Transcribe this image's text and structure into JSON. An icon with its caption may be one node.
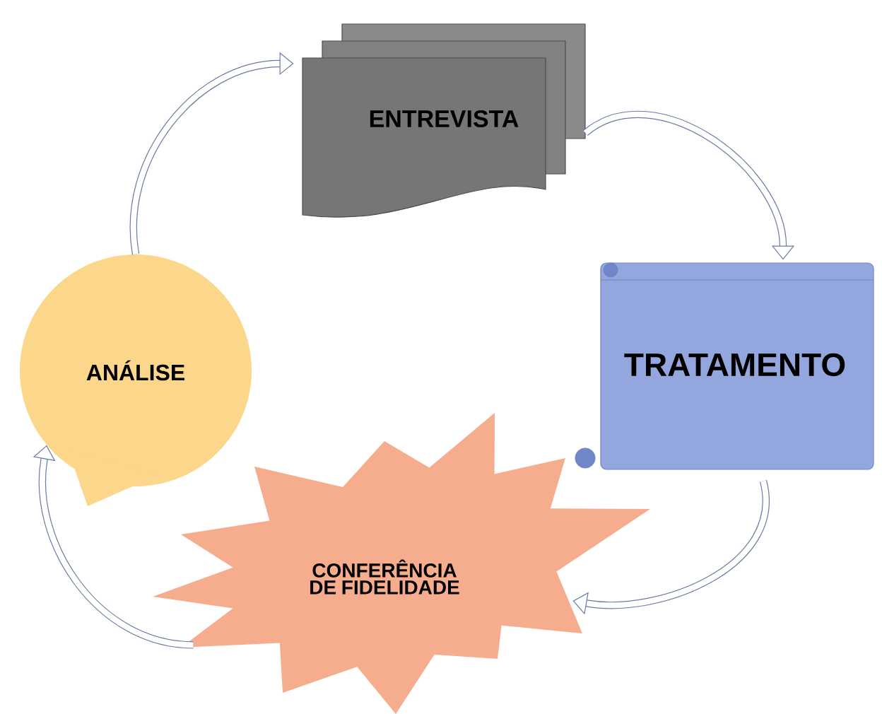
{
  "diagram": {
    "nodes": [
      {
        "text": [
          "ENTREVISTA"
        ]
      },
      {
        "text": [
          "TRATAMENTO"
        ]
      },
      {
        "text": [
          "CONFERÊNCIA DE FIDELIDADE"
        ]
      },
      {
        "text": [
          "ANÁLISE"
        ]
      }
    ],
    "edges": [
      {
        "from": 0,
        "to": 1,
        "arrow": "to"
      },
      {
        "from": 1,
        "to": 2,
        "arrow": "to"
      },
      {
        "from": 2,
        "to": 3,
        "arrow": "to"
      },
      {
        "from": 3,
        "to": 0,
        "arrow": "to"
      }
    ]
  }
}
